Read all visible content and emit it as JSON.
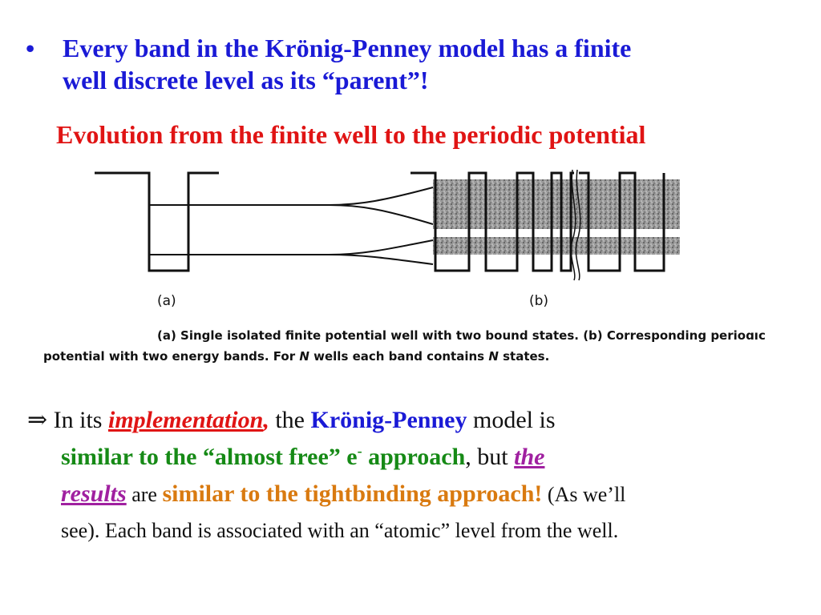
{
  "bullet": {
    "marker": "•",
    "line1": "Every band in the Krönig-Penney model has a finite",
    "line2": "well discrete level as its “parent”!"
  },
  "subtitle": "Evolution from the finite well to the periodic potential",
  "figure": {
    "label_a": "(a)",
    "label_b": "(b)",
    "caption_line1": "(a) Single isolated finite potential well with two bound states. (b) Corresponding perioɑıc",
    "caption_line2_pre": "potential with two energy bands. For ",
    "caption_N1": "N",
    "caption_line2_mid": " wells each band contains ",
    "caption_N2": "N",
    "caption_line2_post": " states."
  },
  "body": {
    "arrow": "⇒",
    "l1_a": " In its ",
    "l1_b": "implementation",
    "l1_c": ",",
    "l1_d": " the ",
    "l1_e": "Krönig-Penney",
    "l1_f": " model is",
    "l2_a": "similar to the “almost free” e",
    "l2_sup": "-",
    "l2_b": " approach",
    "l2_c": ", but ",
    "l2_d": "the",
    "l3_a": "results",
    "l3_b": " are ",
    "l3_c": "similar to the tightbinding approach!",
    "l3_d": " (As we’ll",
    "l4": "see). Each band is associated with an “atomic” level from the well."
  },
  "colors": {
    "blue": "#1a1ad6",
    "red": "#e01414",
    "green": "#168a16",
    "purple": "#a020a0",
    "orange": "#d97a10"
  }
}
